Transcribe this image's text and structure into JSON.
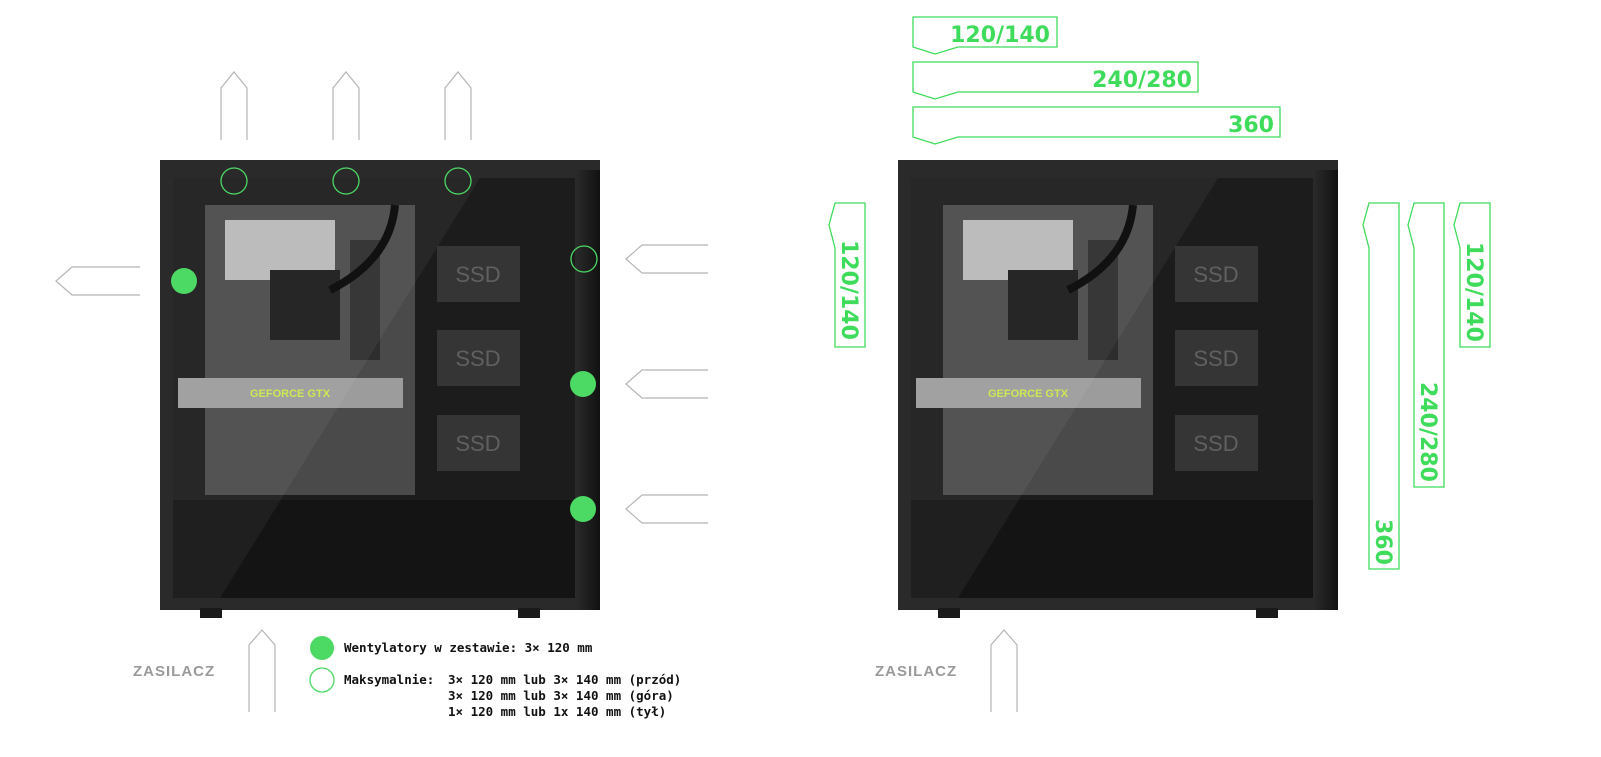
{
  "colors": {
    "accent": "#4cd964",
    "radiator_green": "#3fdc5c",
    "case_dark": "#222222",
    "arrow_gray": "#b5b5b5",
    "label_gray": "#9a9a9a"
  },
  "left_panel": {
    "psu_label": "ZASILACZ",
    "ssd_labels": [
      "SSD",
      "SSD",
      "SSD"
    ],
    "gpu_label": "GEFORCE GTX"
  },
  "right_panel": {
    "psu_label": "ZASILACZ",
    "ssd_labels": [
      "SSD",
      "SSD",
      "SSD"
    ],
    "gpu_label": "GEFORCE GTX",
    "top_radiators": [
      "120/140",
      "240/280",
      "360"
    ],
    "rear_radiator": "120/140",
    "front_radiators": [
      "360",
      "240/280",
      "120/140"
    ]
  },
  "legend": {
    "included_label": "Wentylatory w zestawie: 3× 120 mm",
    "max_label": "Maksymalnie:",
    "max_lines": [
      "3× 120 mm lub 3× 140 mm (przód)",
      "3× 120 mm lub 3× 140 mm (góra)",
      "1× 120 mm lub 1x 140 mm (tył)"
    ]
  }
}
